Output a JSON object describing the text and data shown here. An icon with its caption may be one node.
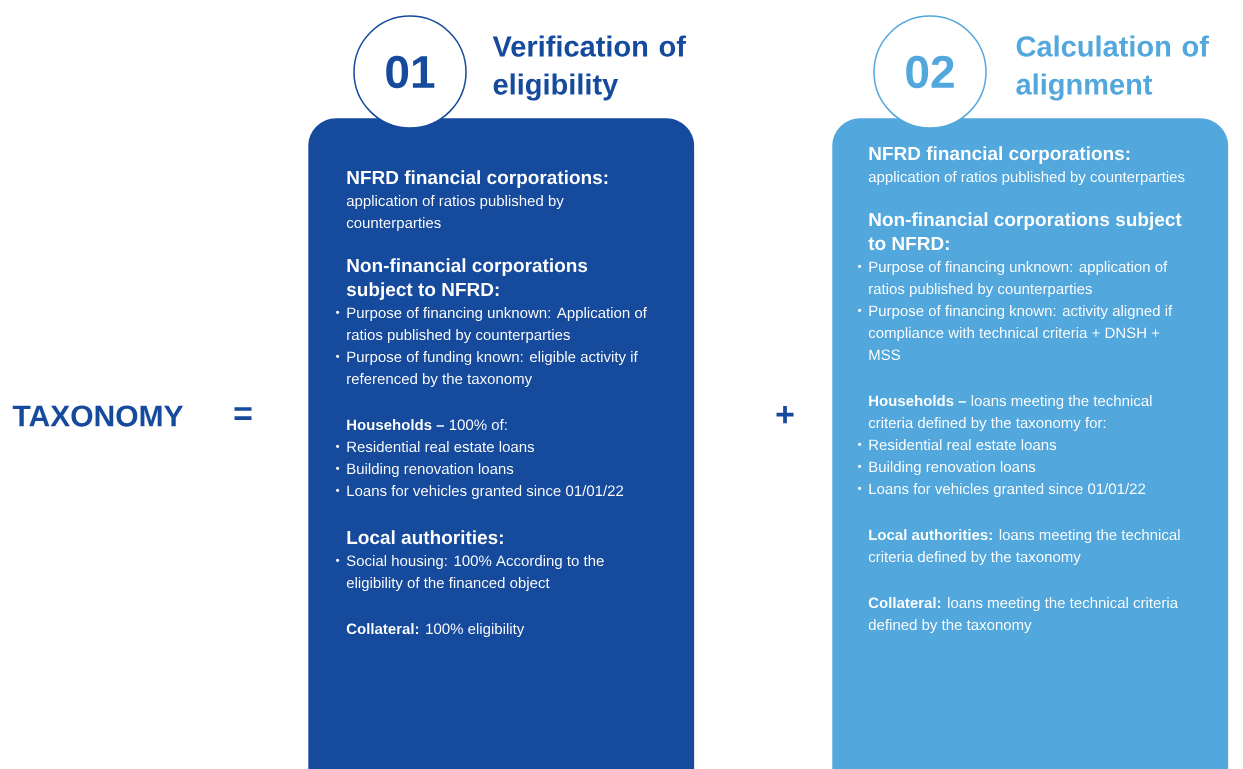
{
  "diagram": {
    "nodes": [
      {
        "text": [
          "01"
        ],
        "beside": [
          "Verification of eligibility"
        ]
      },
      {
        "text": [
          "NFRD financial corporations:",
          "application of ratios published by counterparties",
          "Non-financial corporations subject to NFRD:",
          "Purpose of financing unknown: Application of ratios published by counterparties",
          "Purpose of funding known: eligible activity if referenced by the taxonomy",
          "**Households –** 100% of:",
          "Residential real estate loans",
          "Building renovation loans",
          "Loans for vehicles granted since 01/01/22",
          "Local authorities:",
          "Social housing: 100% According to the eligibility of the financed object",
          "**Collateral:** 100% eligibility"
        ]
      },
      {
        "text": [
          "02"
        ],
        "beside": [
          "Calculation of alignment"
        ]
      },
      {
        "text": [
          "NFRD financial corporations:",
          "application of ratios published by counterparties",
          "Non-financial corporations subject to NFRD:",
          "Purpose of financing unknown: application of ratios published by counterparties",
          "Purpose of financing known: activity aligned if compliance with technical criteria + DNSH + MSS",
          "**Households –** loans meeting the technical criteria defined by the taxonomy for:",
          "Residential real estate loans",
          "Building renovation loans",
          "Loans for vehicles granted since 01/01/22",
          "**Local authorities:** loans meeting the technical criteria defined by the taxonomy",
          "**Collateral:** loans meeting the technical criteria defined by the taxonomy"
        ]
      }
    ],
    "labels": [
      "TAXONOMY",
      "=",
      "+"
    ]
  }
}
